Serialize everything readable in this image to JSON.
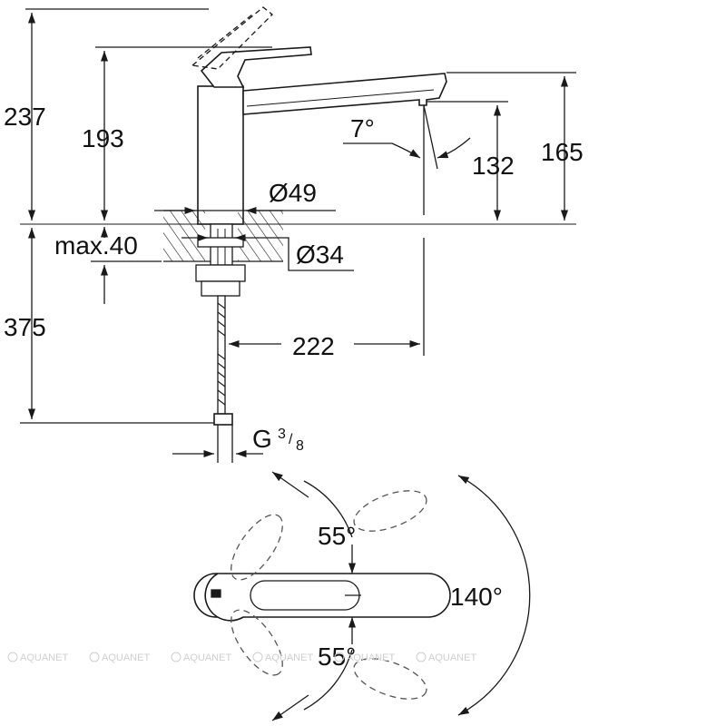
{
  "dimensions": {
    "overall_height": "237",
    "handle_height": "193",
    "spout_angle": "7°",
    "aerator_height": "132",
    "spout_height": "165",
    "body_diameter": "Ø49",
    "max_deck_thickness": "max.40",
    "hole_diameter": "Ø34",
    "hose_length": "375",
    "reach": "222",
    "connection_thread": "G",
    "thread_numerator": "3",
    "thread_denominator": "8"
  },
  "rotation": {
    "handle_swing_left": "55°",
    "handle_swing_right": "55°",
    "spout_swing": "140°"
  },
  "watermark": {
    "text": "AQUANET",
    "repeat": 6
  },
  "colors": {
    "line": "#1a1a1a",
    "watermark": "#cfcfcf"
  }
}
